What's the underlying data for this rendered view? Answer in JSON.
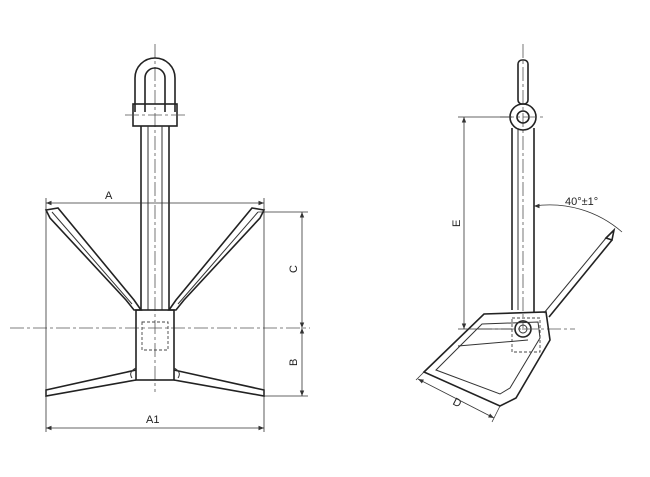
{
  "labels": {
    "A": "A",
    "A1": "A1",
    "B": "B",
    "C": "C",
    "D": "D",
    "E": "E",
    "angle": "40°±1°"
  }
}
